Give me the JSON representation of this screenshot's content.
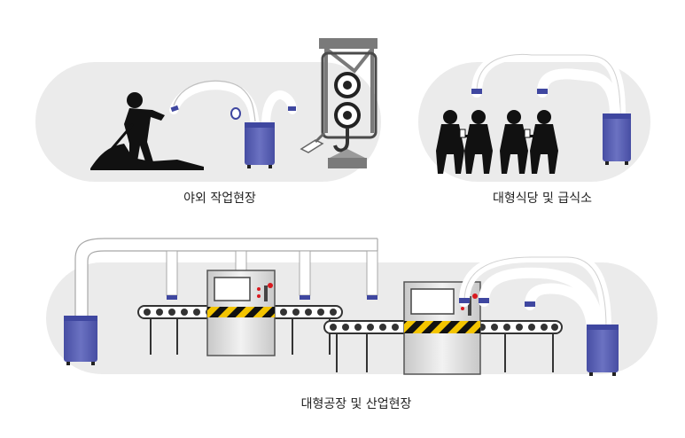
{
  "captions": {
    "outdoor": "야외 작업현장",
    "cafeteria": "대형식당 및 급식소",
    "factory": "대형공장 및 산업현장"
  },
  "colors": {
    "panel": "#ebebeb",
    "unit_body": "#5b62b0",
    "unit_cap": "#3f47a0",
    "silhouette": "#111111",
    "hazard_yellow": "#f3c400",
    "machine": "#d9d9d9",
    "indicator_red": "#d9191e"
  }
}
